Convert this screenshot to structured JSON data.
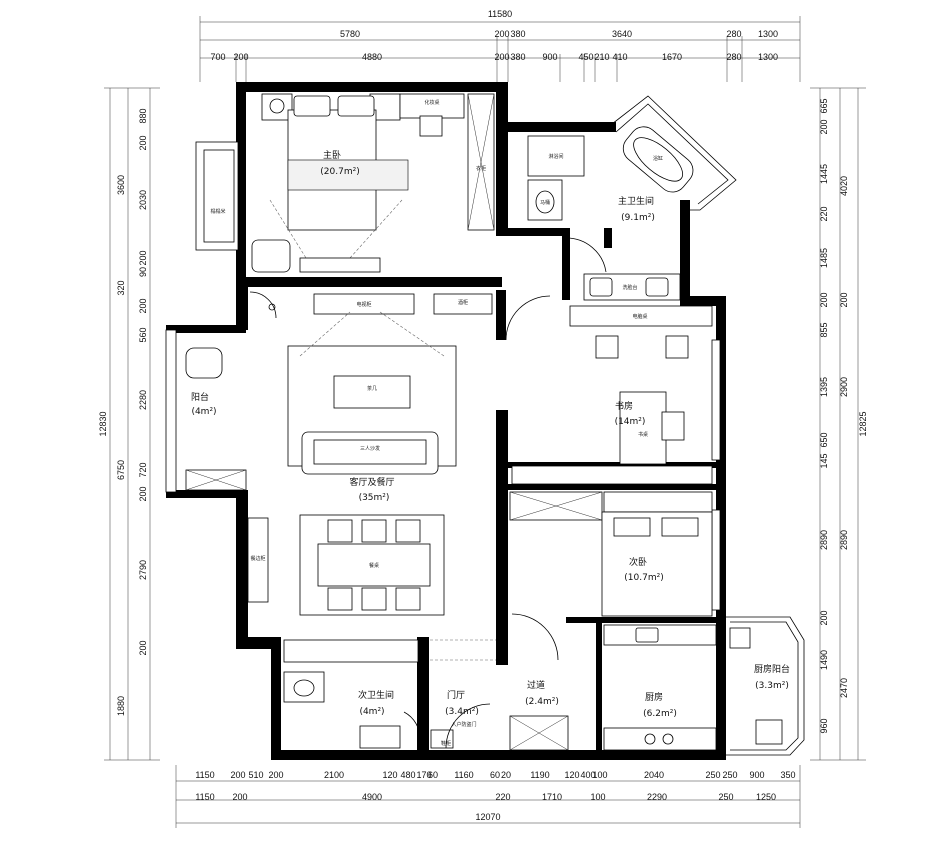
{
  "dimensions": {
    "top_total": "11580",
    "top_row1": [
      "5780",
      "200",
      "380",
      "3640",
      "280",
      "1300"
    ],
    "top_row2": [
      "700",
      "200",
      "4880",
      "200",
      "380",
      "900",
      "450",
      "210",
      "410",
      "1670",
      "280",
      "1300"
    ],
    "bottom_row1": [
      "1150",
      "200",
      "510",
      "200",
      "2100",
      "120",
      "480",
      "170",
      "60",
      "1160",
      "60",
      "20",
      "1190",
      "120",
      "400",
      "100",
      "2040",
      "250",
      "250",
      "900",
      "350"
    ],
    "bottom_row2": [
      "1150",
      "200",
      "4900",
      "220",
      "1710",
      "100",
      "2290",
      "250",
      "1250"
    ],
    "bottom_total": "12070",
    "left_total": "12830",
    "left_row1": [
      "3600",
      "320",
      "6750",
      "1880"
    ],
    "left_row2": [
      "880",
      "200",
      "2030",
      "200",
      "90",
      "200",
      "560",
      "2280",
      "720",
      "200",
      "2790",
      "200"
    ],
    "right_total": "12825",
    "right_row1": [
      "4020",
      "200",
      "2900",
      "2890",
      "2470"
    ],
    "right_row2": [
      "665",
      "200",
      "1445",
      "220",
      "1485",
      "200",
      "855",
      "1395",
      "650",
      "145",
      "2890",
      "200",
      "1490",
      "960"
    ]
  },
  "rooms": {
    "master_bedroom": {
      "name": "主卧",
      "area": "(20.7m²)"
    },
    "master_bath": {
      "name": "主卫生间",
      "area": "(9.1m²)"
    },
    "balcony": {
      "name": "阳台",
      "area": "(4m²)"
    },
    "living_dining": {
      "name": "客厅及餐厅",
      "area": "(35m²)"
    },
    "study": {
      "name": "书房",
      "area": "(14m²)"
    },
    "second_bedroom": {
      "name": "次卧",
      "area": "(10.7m²)"
    },
    "second_bath": {
      "name": "次卫生间",
      "area": "(4m²)"
    },
    "foyer": {
      "name": "门厅",
      "area": "(3.4m²)"
    },
    "corridor": {
      "name": "过道",
      "area": "(2.4m²)"
    },
    "kitchen": {
      "name": "厨房",
      "area": "(6.2m²)"
    },
    "kitchen_balcony": {
      "name": "厨房阳台",
      "area": "(3.3m²)"
    }
  },
  "labels": {
    "dressing_table": "化妆桌",
    "shower": "淋浴间",
    "bathtub": "浴缸",
    "toilet": "马桶",
    "wash_basin": "洗脸台",
    "desk": "书桌",
    "computer_desk": "电脑桌",
    "tv_cabinet": "电视柜",
    "wine_cabinet": "酒柜",
    "tea_table": "茶几",
    "sofa": "三人沙发",
    "dining_table": "餐桌",
    "side_cabinet": "餐边柜",
    "shoe_cabinet": "鞋柜",
    "entry_door": "入户防盗门",
    "tatami": "榻榻米",
    "wardrobe": "衣柜"
  }
}
